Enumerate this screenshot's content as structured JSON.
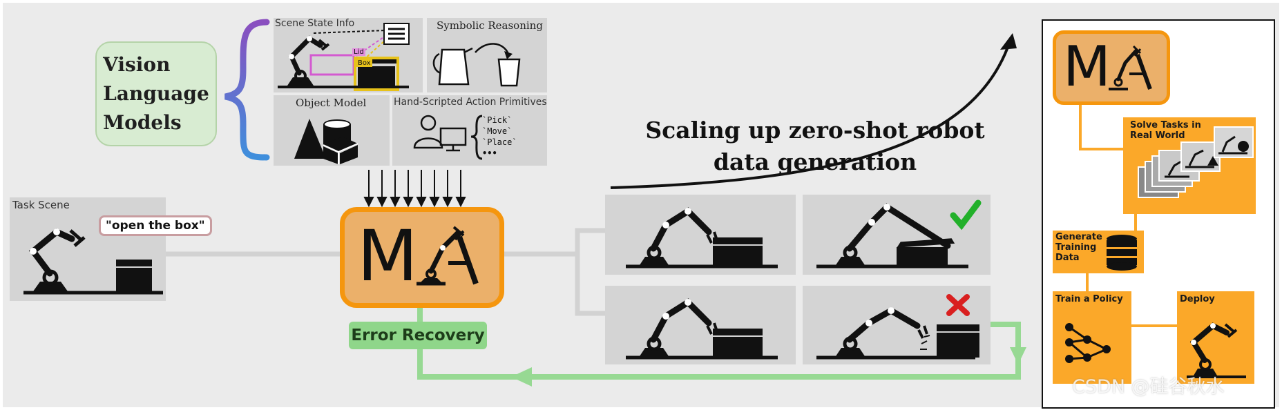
{
  "left": {
    "vlm_label": "Vision\nLanguage\nModels",
    "scene_state_label": "Scene State Info",
    "lid_tag": "Lid",
    "box_tag": "Box",
    "symbolic_label": "Symbolic Reasoning",
    "object_model_label": "Object Model",
    "primitives_label": "Hand-Scripted Action Primitives",
    "primitives": [
      "`Pick`",
      "`Move`",
      "`Place`",
      "•••"
    ],
    "task_scene_label": "Task Scene",
    "instruction": "\"open the box\""
  },
  "center": {
    "ma_letter": "M",
    "error_recovery": "Error Recovery",
    "scaling_text": "Scaling up zero-shot robot\ndata generation"
  },
  "right": {
    "ma_letter": "M",
    "solve_label": "Solve Tasks in\nReal World",
    "generate_label": "Generate\nTraining\nData",
    "train_label": "Train a Policy",
    "deploy_label": "Deploy"
  },
  "watermark": "CSDN @硅谷秋水",
  "colors": {
    "orange_fill": "#ebb06a",
    "orange_border": "#f5960e",
    "step_orange": "#fba829",
    "green": "#8fd68a",
    "check_green": "#22b02a",
    "cross_red": "#d91f1f",
    "vlm_bracket_top": "#8a4fbf",
    "vlm_bracket_bottom": "#3f8fdc"
  }
}
